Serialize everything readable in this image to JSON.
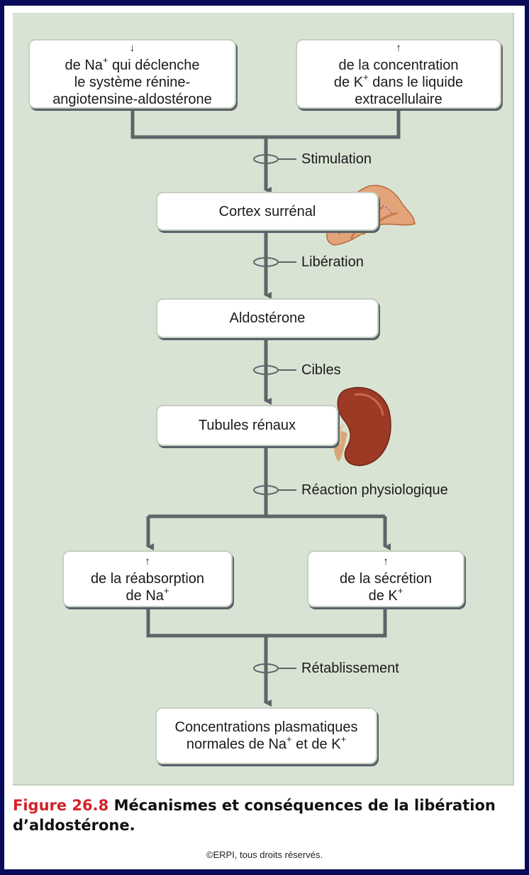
{
  "boxes": {
    "na_decrease": {
      "arrow": "↓",
      "l1": " de Na",
      "l1_sup": "+",
      "l1_end": " qui déclenche",
      "l2": "le système rénine-",
      "l3": "angiotensine-aldostérone"
    },
    "k_increase": {
      "arrow": "↑",
      "l1": " de la concentration",
      "l2": "de K",
      "l2_sup": "+",
      "l2_end": " dans le liquide",
      "l3": "extracellulaire"
    },
    "cortex": "Cortex surrénal",
    "aldosterone": "Aldostérone",
    "tubules": "Tubules rénaux",
    "na_reabsorption": {
      "arrow": "↑",
      "l1": " de la réabsorption",
      "l2": "de Na",
      "l2_sup": "+"
    },
    "k_secretion": {
      "arrow": "↑",
      "l1": " de la sécrétion",
      "l2": "de K",
      "l2_sup": "+"
    },
    "normal": {
      "l1": "Concentrations plasmatiques",
      "l2": "normales de Na",
      "l2_sup": "+",
      "l2_mid": " et de K",
      "l2_sup2": "+"
    }
  },
  "labels": {
    "stimulation": "Stimulation",
    "liberation": "Libération",
    "cibles": "Cibles",
    "reaction": "Réaction physiologique",
    "retablissement": "Rétablissement"
  },
  "caption": {
    "number": "Figure 26.8",
    "text": "Mécanismes et conséquences de la libération d’aldostérone."
  },
  "copyright": "©ERPI, tous droits réservés.",
  "colors": {
    "background": "#d9e3d3",
    "connector": "#5f6468",
    "caption_number": "#d3232a",
    "border": "#0a0a5a"
  }
}
